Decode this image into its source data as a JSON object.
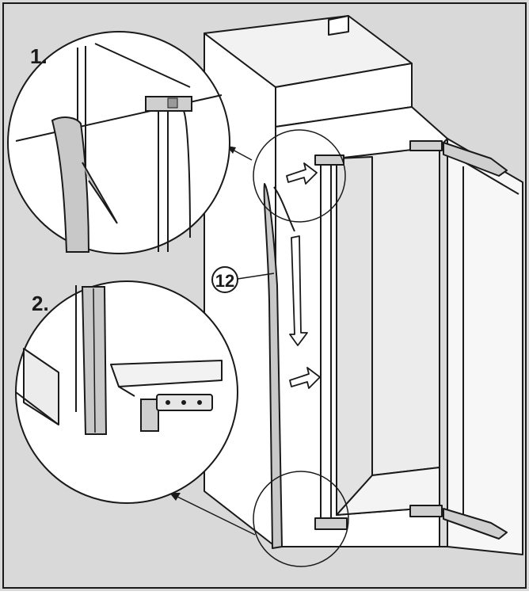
{
  "figure": {
    "step_labels": [
      "1.",
      "2."
    ],
    "part_callout": "12",
    "colors": {
      "background": "#d9d9d9",
      "line": "#1a1a1a",
      "cabinet_face": "#ffffff",
      "cabinet_side": "#ececec",
      "strip": "#c8c8c8",
      "strip_dark": "#9a9a9a"
    }
  }
}
